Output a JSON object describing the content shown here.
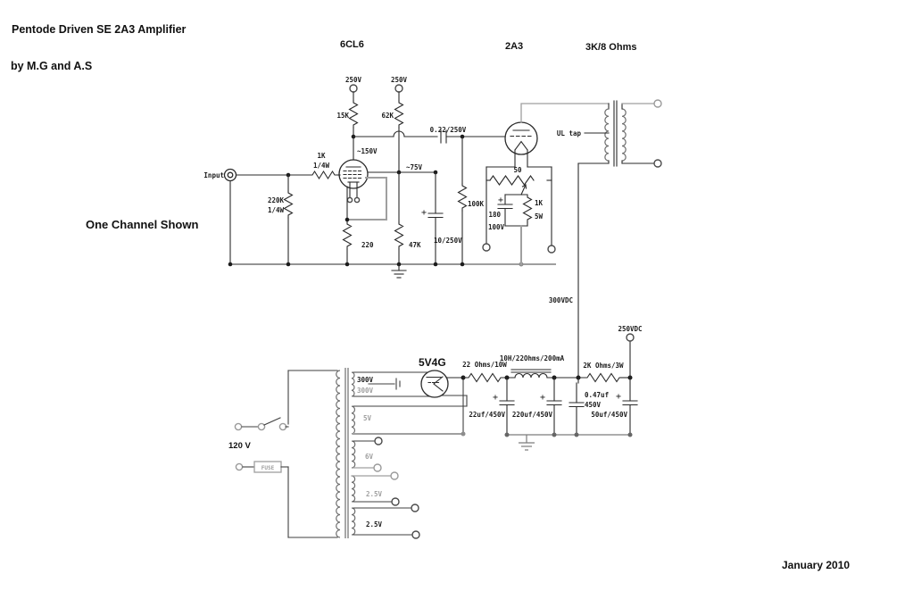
{
  "header": {
    "title": "Pentode Driven SE 2A3 Amplifier",
    "byline": "by M.G and A.S",
    "note": "One Channel Shown",
    "date": "January 2010"
  },
  "tubes": {
    "driver": "6CL6",
    "power": "2A3",
    "rectifier": "5V4G"
  },
  "output": {
    "transformer": "3K/8 Ohms",
    "ul_tap": "UL tap",
    "b_plus": "300VDC",
    "b_front": "250VDC"
  },
  "input_stage": {
    "supply_left": "250V",
    "supply_right": "250V",
    "plate_resistor": "15K",
    "screen_feed_resistor": "62K",
    "coupling_cap": "0.22/250V",
    "plate_voltage": "~150V",
    "grid_stop": "1K",
    "grid_stop_watt": "1/4W",
    "input_label": "Input",
    "grid_resistor": "220K",
    "grid_resistor_watt": "1/4W",
    "screen_voltage": "~75V",
    "cathode_resistor": "220",
    "screen_shunt": "47K",
    "screen_cap": "10/250V",
    "plus": "+"
  },
  "power_stage": {
    "grid_leak": "100K",
    "hum_pot": "50",
    "cathode_resistor": "1K",
    "cathode_resistor_watt": "5W",
    "cathode_cap": "180",
    "cathode_cap_volt": "100V",
    "plus": "+"
  },
  "psu": {
    "series_resistor": "22 Ohms/10W",
    "choke": "10H/22Ohms/200mA",
    "dropper": "2K Ohms/3W",
    "cap1": "22uf/450V",
    "cap2": "220uf/450V",
    "cap3": "0.47uf",
    "cap3_volt": "450V",
    "cap4": "50uf/450V",
    "plus": "+",
    "mains": "120 V",
    "fuse": "FUSE",
    "hv_top": "300V",
    "hv_bottom": "300V",
    "rect_fil": "5V",
    "heater6": "6V",
    "fil_a": "2.5V",
    "fil_b": "2.5V"
  }
}
